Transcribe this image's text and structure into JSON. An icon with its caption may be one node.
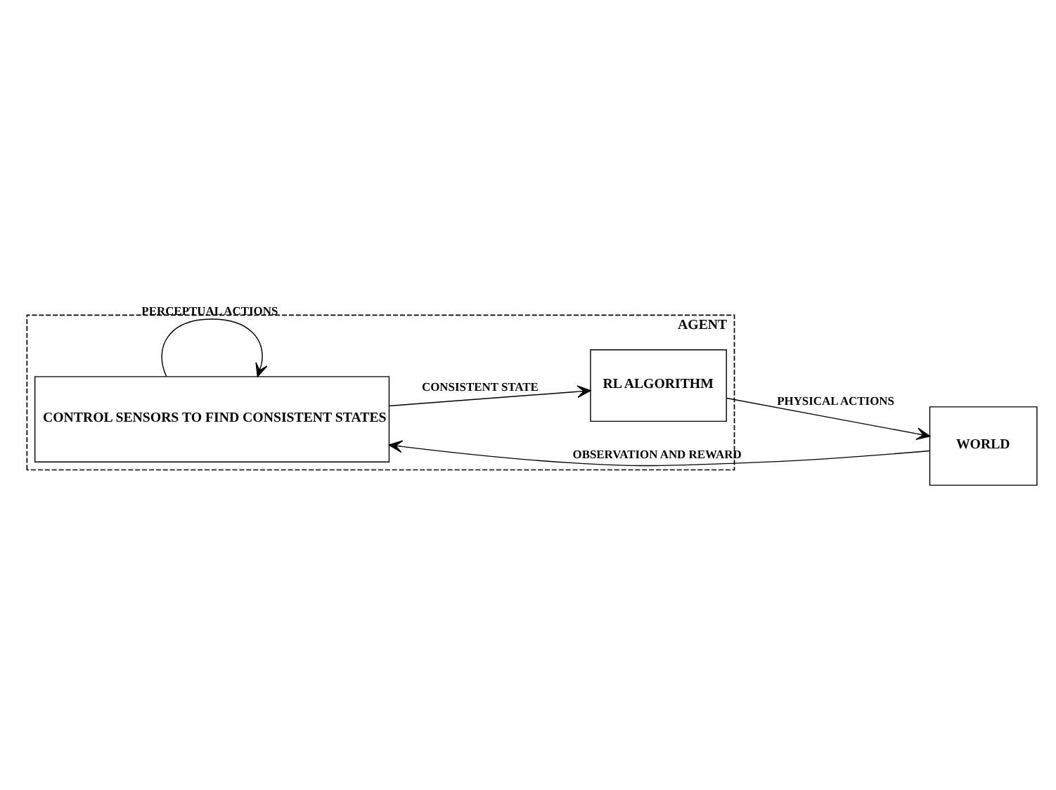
{
  "diagram": {
    "nodes": [
      {
        "text": [
          "AGENT"
        ]
      },
      {
        "text": [
          "CONTROL SENSORS TO FIND CONSISTENT STATES"
        ],
        "in": 0
      },
      {
        "text": [
          "RL ALGORITHM"
        ],
        "in": 0
      },
      {
        "text": [
          "WORLD"
        ]
      }
    ],
    "edges": [
      {
        "from": 1,
        "to": 2,
        "arrow": "to",
        "label": "CONSISTENT STATE"
      },
      {
        "from": 1,
        "to": 1,
        "arrow": "to",
        "label": "PERCEPTUAL ACTIONS"
      },
      {
        "from": 2,
        "to": 3,
        "arrow": "to",
        "label": "PHYSICAL ACTIONS"
      },
      {
        "from": 3,
        "to": 1,
        "arrow": "to",
        "label": "OBSERVATION AND REWARD"
      }
    ]
  }
}
